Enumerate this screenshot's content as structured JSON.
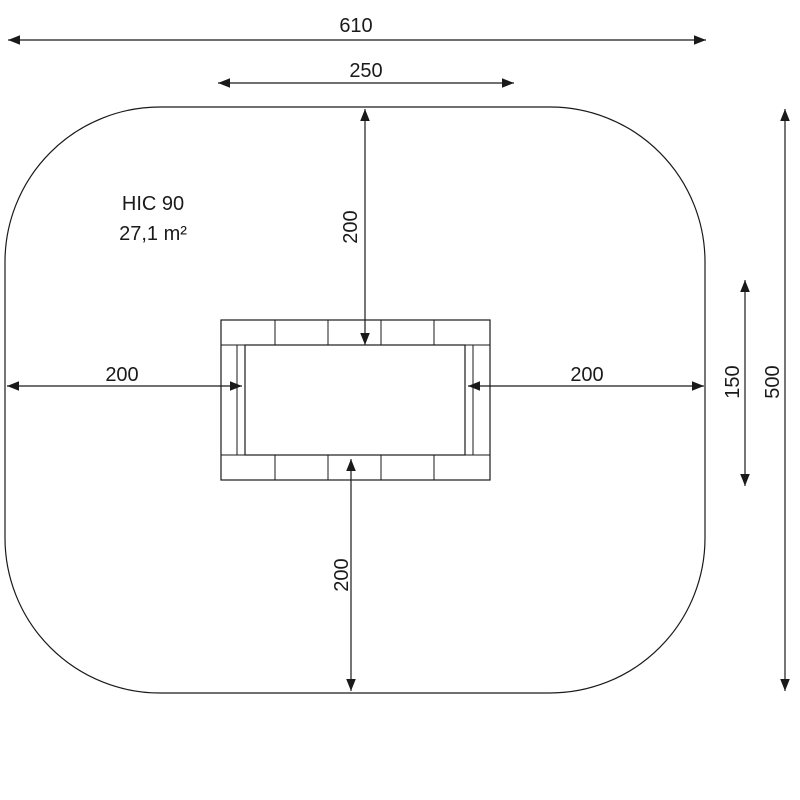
{
  "diagram": {
    "safety_class": "HIC 90",
    "area": "27,1 m²",
    "dimensions": {
      "overall_width": "610",
      "sandbox_width": "250",
      "top_clearance": "200",
      "left_clearance": "200",
      "right_clearance": "200",
      "bottom_clearance": "200",
      "sandbox_depth": "150",
      "overall_depth": "500"
    }
  }
}
